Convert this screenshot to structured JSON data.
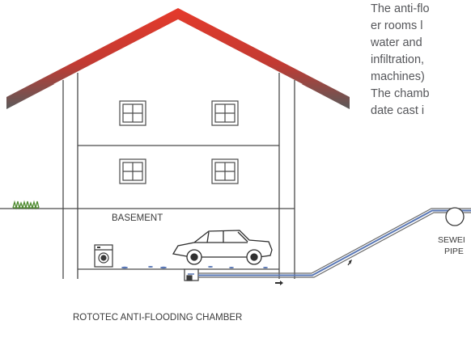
{
  "description": {
    "lines": [
      "The anti-flo",
      "er rooms l",
      "water and",
      "infiltration,",
      "machines)",
      "The chamb",
      "date cast i"
    ]
  },
  "labels": {
    "basement": "BASEMENT",
    "chamber": "ROTOTEC ANTI-FLOODING CHAMBER",
    "sewer_line1": "SEWEI",
    "sewer_line2": "PIPE"
  },
  "colors": {
    "roof_top": "#e53a2b",
    "roof_bottom": "#5a5a5a",
    "wall_line": "#4a4a4a",
    "pipe_blue": "#5a78b6",
    "pipe_outline": "#6b6b6b",
    "grass": "#4d8a2e",
    "text": "#55565a"
  },
  "icons": [
    "grass-icon",
    "washing-machine-icon",
    "car-icon",
    "anti-flooding-chamber-icon",
    "flow-arrow-icon",
    "sewer-pipe-icon"
  ]
}
